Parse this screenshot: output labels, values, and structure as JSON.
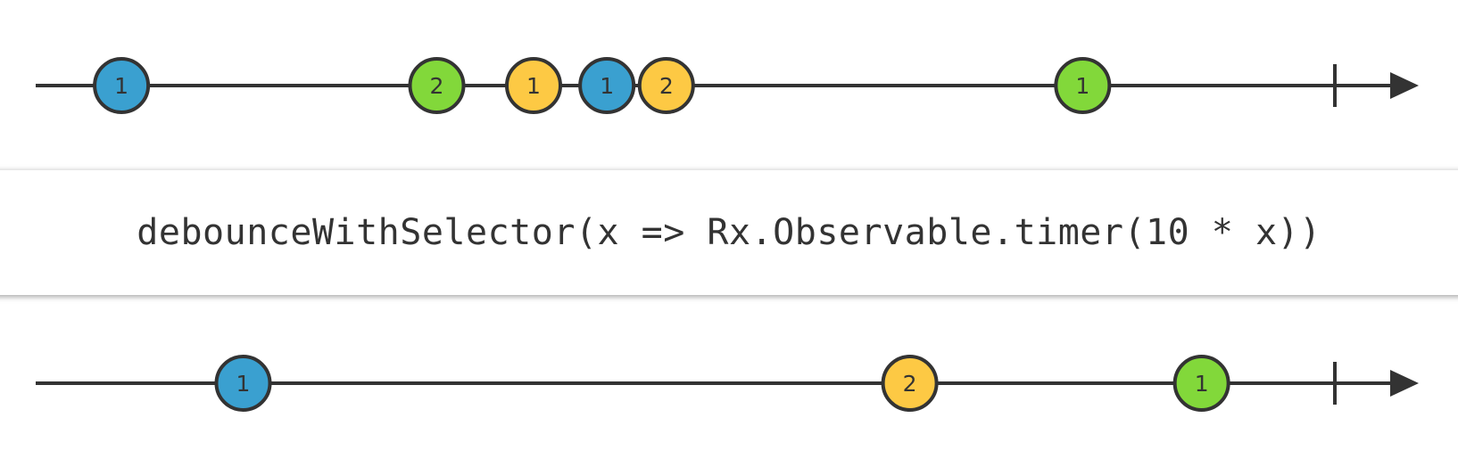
{
  "colors": {
    "line": "#333333",
    "blue": "#3aa0d0",
    "green": "#82d83a",
    "yellow": "#fdc944"
  },
  "input": {
    "marbles": [
      {
        "label": "1",
        "color": "blue",
        "t": 0.062
      },
      {
        "label": "2",
        "color": "green",
        "t": 0.29
      },
      {
        "label": "1",
        "color": "yellow",
        "t": 0.36
      },
      {
        "label": "1",
        "color": "blue",
        "t": 0.413
      },
      {
        "label": "2",
        "color": "yellow",
        "t": 0.456
      },
      {
        "label": "1",
        "color": "green",
        "t": 0.757
      }
    ],
    "completed": true
  },
  "operator": {
    "text": "debounceWithSelector(x => Rx.Observable.timer(10 * x))"
  },
  "output": {
    "marbles": [
      {
        "label": "1",
        "color": "blue",
        "t": 0.15
      },
      {
        "label": "2",
        "color": "yellow",
        "t": 0.632
      },
      {
        "label": "1",
        "color": "green",
        "t": 0.843
      }
    ],
    "completed": true
  }
}
